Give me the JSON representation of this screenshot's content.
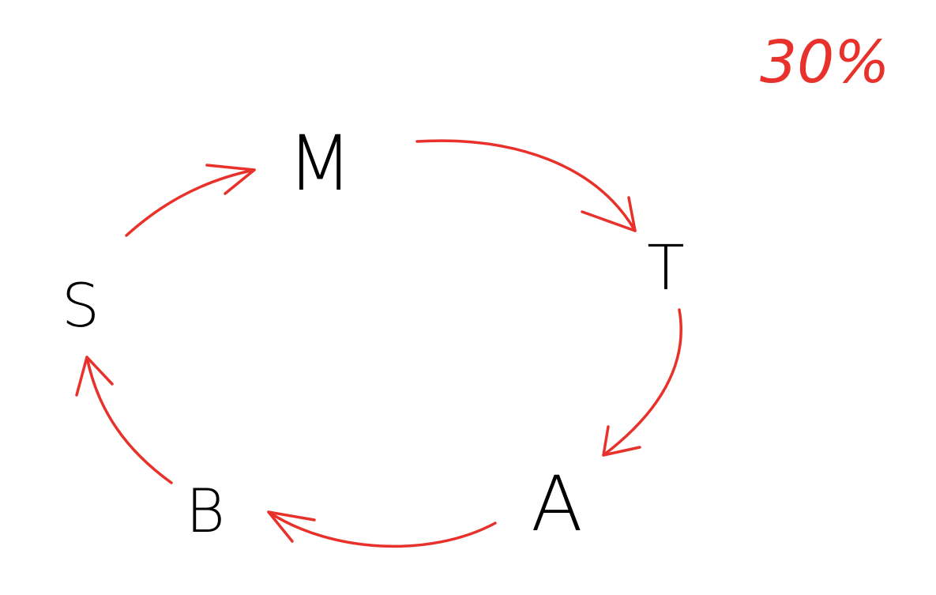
{
  "annotation": {
    "text": "30%",
    "color": "#e8312a"
  },
  "nodes": [
    {
      "id": "M",
      "label": "M"
    },
    {
      "id": "T",
      "label": "T"
    },
    {
      "id": "A",
      "label": "A"
    },
    {
      "id": "B",
      "label": "B"
    },
    {
      "id": "S",
      "label": "S"
    }
  ],
  "edges": [
    {
      "from": "M",
      "to": "T"
    },
    {
      "from": "T",
      "to": "A"
    },
    {
      "from": "A",
      "to": "B"
    },
    {
      "from": "B",
      "to": "S"
    },
    {
      "from": "S",
      "to": "M"
    }
  ],
  "colors": {
    "arrow": "#e8312a",
    "text": "#000000",
    "background": "#ffffff"
  }
}
